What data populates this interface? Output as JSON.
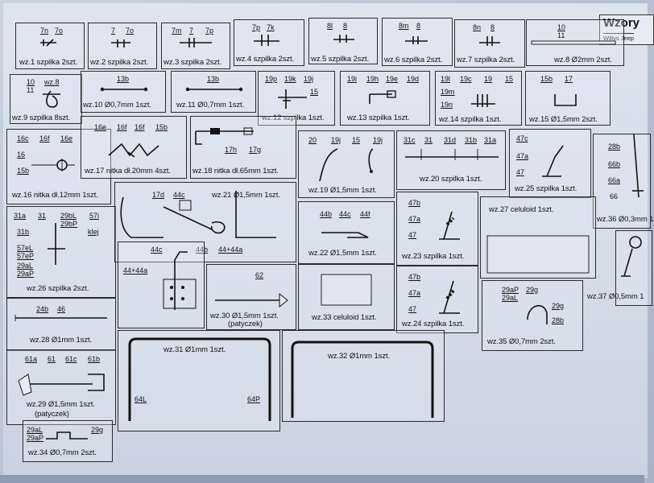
{
  "header": {
    "title": "Wzory",
    "subtitle": "Willys Jeep"
  },
  "parts": {
    "wz1": {
      "caption": "wz.1 szpilka 2szt.",
      "labels": [
        "7n",
        "7o"
      ]
    },
    "wz2": {
      "caption": "wz.2 szpilka 2szt.",
      "labels": [
        "7",
        "7o"
      ]
    },
    "wz3": {
      "caption": "wz.3 szpilka 2szt.",
      "labels": [
        "7m",
        "7",
        "7p"
      ]
    },
    "wz4": {
      "caption": "wz.4 szpilka 2szt.",
      "labels": [
        "7p",
        "7k"
      ]
    },
    "wz5": {
      "caption": "wz.5 szpilka 2szt.",
      "labels": [
        "8l",
        "8"
      ]
    },
    "wz6": {
      "caption": "wz.6 szpilka 2szt.",
      "labels": [
        "8m",
        "8"
      ]
    },
    "wz7": {
      "caption": "wz.7 szpilka 2szt.",
      "labels": [
        "8n",
        "8"
      ]
    },
    "wz8": {
      "caption": "wz.8 Ø2mm 2szt.",
      "labels": [
        "10",
        "11"
      ]
    },
    "wz9": {
      "caption": "wz.9 szpilka 8szt.",
      "labels": [
        "10",
        "11",
        "wz.8"
      ]
    },
    "wz10": {
      "caption": "wz.10 Ø0,7mm 1szt.",
      "labels": [
        "13b"
      ]
    },
    "wz11": {
      "caption": "wz.11 Ø0,7mm 1szt.",
      "labels": [
        "13b"
      ]
    },
    "wz12": {
      "caption": "wz.12 szpilka 1szt.",
      "labels": [
        "19p",
        "19k",
        "19j",
        "15"
      ]
    },
    "wz13": {
      "caption": "wz.13 szpilka 1szt.",
      "labels": [
        "19i",
        "19h",
        "19e",
        "19d"
      ]
    },
    "wz14": {
      "caption": "wz.14 szpilka 1szt.",
      "labels": [
        "19l",
        "19c",
        "19",
        "15",
        "19m",
        "19n"
      ]
    },
    "wz15": {
      "caption": "wz.15 Ø1,5mm 2szt.",
      "labels": [
        "15b",
        "17"
      ]
    },
    "wz16": {
      "caption": "wz.16 nitka dł.12mm 1szt.",
      "labels": [
        "16c",
        "16f",
        "16e",
        "16",
        "15b"
      ]
    },
    "wz17": {
      "caption": "wz.17 nitka dł.20mm 4szt.",
      "labels": [
        "16e",
        "16f",
        "16f",
        "15b"
      ]
    },
    "wz18": {
      "caption": "wz.18 nitka dł.65mm 1szt.",
      "labels": [
        "17h",
        "17g"
      ]
    },
    "wz19": {
      "caption": "wz.19 Ø1,5mm 1szt.",
      "labels": [
        "20",
        "19j",
        "15",
        "19j"
      ]
    },
    "wz20": {
      "caption": "wz.20 szpilka 1szt.",
      "labels": [
        "31c",
        "31",
        "31d",
        "31b",
        "31a"
      ]
    },
    "wz21": {
      "caption": "wz.21 Ø1,5mm 1szt.",
      "labels": [
        "17d",
        "44c",
        "44c",
        "44b",
        "44+44a",
        "44+44a"
      ]
    },
    "wz22": {
      "caption": "wz.22 Ø1,5mm 1szt.",
      "labels": [
        "44b",
        "44c",
        "44f"
      ]
    },
    "wz23": {
      "caption": "wz.23 szpilka 1szt.",
      "labels": [
        "47b",
        "47a",
        "47"
      ]
    },
    "wz24": {
      "caption": "wz.24 szpilka 1szt.",
      "labels": [
        "47b",
        "47a",
        "47"
      ]
    },
    "wz25": {
      "caption": "wz.25 szpilka 1szt.",
      "labels": [
        "47c",
        "47a",
        "47"
      ]
    },
    "wz26": {
      "caption": "wz.26 szpilka 2szt.",
      "labels": [
        "31a",
        "31",
        "29bL",
        "29bP",
        "57i",
        "31b",
        "klej",
        "57eL",
        "57eP",
        "29aL",
        "29aP"
      ]
    },
    "wz27": {
      "caption": "wz.27 celuloid 1szt."
    },
    "wz28": {
      "caption": "wz.28 Ø1mm 1szt.",
      "labels": [
        "24b",
        "46"
      ]
    },
    "wz29": {
      "caption": "wz.29 Ø1,5mm 1szt.",
      "caption2": "(patyczek)",
      "labels": [
        "61a",
        "61",
        "61c",
        "61b"
      ]
    },
    "wz30": {
      "caption": "wz.30 Ø1,5mm 1szt.",
      "caption2": "(patyczek)",
      "labels": [
        "62"
      ]
    },
    "wz31": {
      "caption": "wz.31 Ø1mm 1szt.",
      "labels": [
        "64L",
        "64P"
      ]
    },
    "wz32": {
      "caption": "wz.32 Ø1mm 1szt."
    },
    "wz33": {
      "caption": "wz.33 celuloid 1szt."
    },
    "wz34": {
      "caption": "wz.34 Ø0,7mm 2szt.",
      "labels": [
        "29aL",
        "29aP",
        "29g"
      ]
    },
    "wz35": {
      "caption": "wz.35 Ø0,7mm 2szt.",
      "labels": [
        "29aP",
        "29aL",
        "29g",
        "29g",
        "28b"
      ]
    },
    "wz36": {
      "caption": "wz.36 Ø0,3mm 1",
      "labels": [
        "28b",
        "66b",
        "66a",
        "66"
      ]
    },
    "wz37": {
      "caption": "wz.37 Ø0,5mm 1"
    }
  }
}
